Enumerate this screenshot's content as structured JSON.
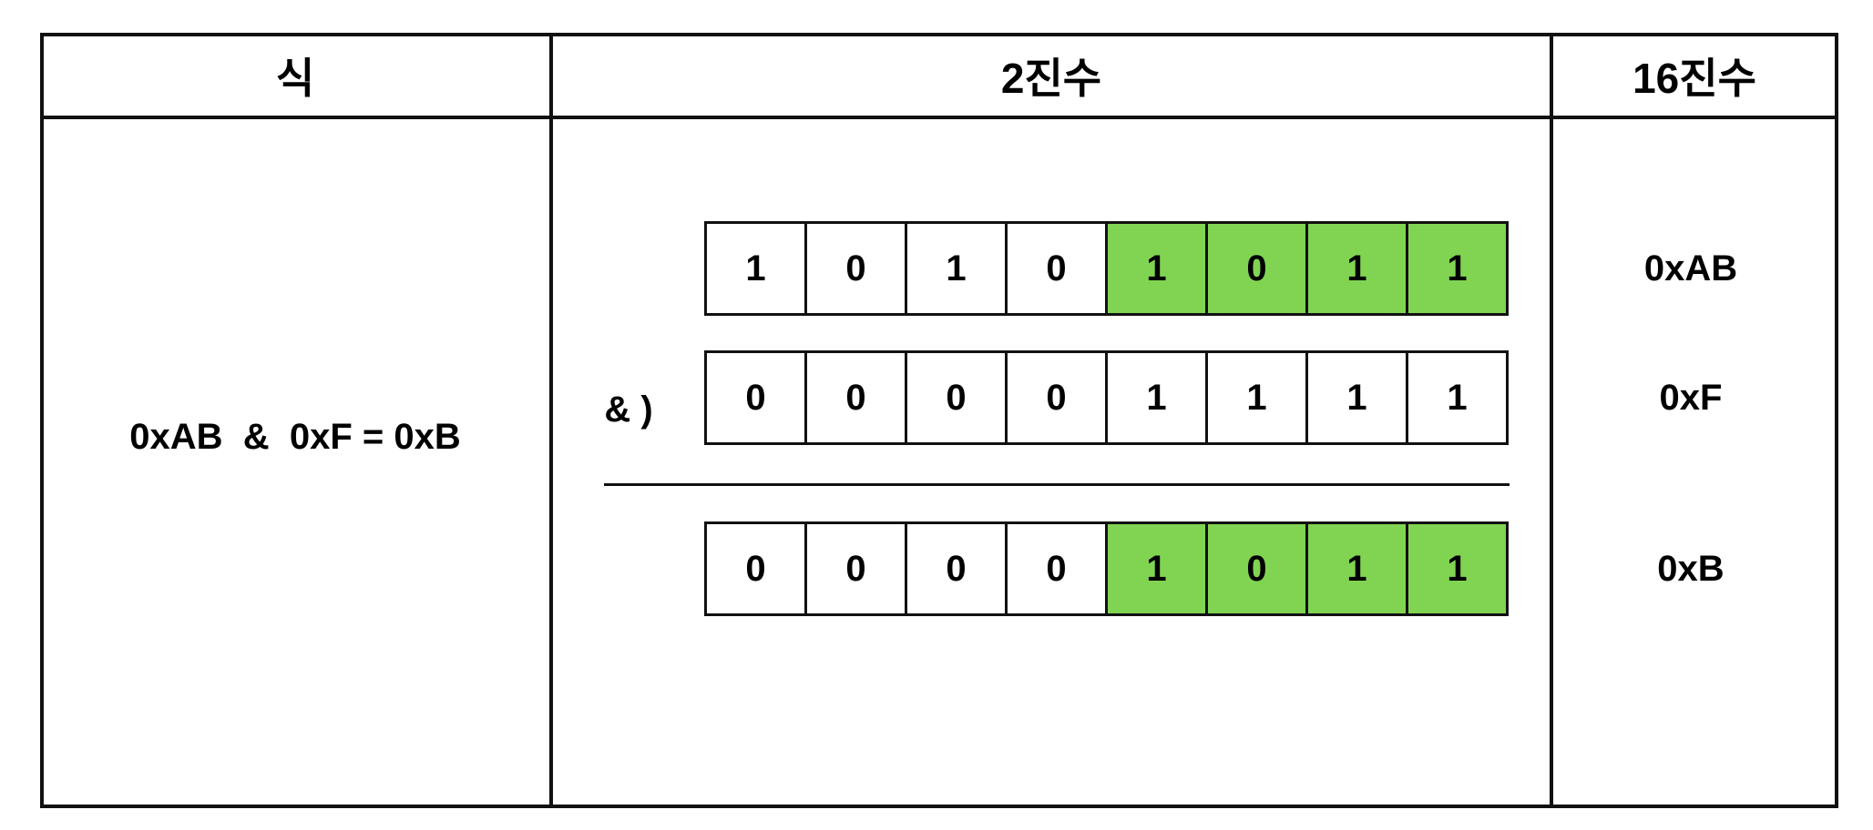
{
  "headers": {
    "expression": "식",
    "binary": "2진수",
    "hex": "16진수"
  },
  "expression": "0xAB  &  0xF = 0xB",
  "operator_label": "& )",
  "highlight_color": "#80d452",
  "rows": [
    {
      "bits": [
        "1",
        "0",
        "1",
        "0",
        "1",
        "0",
        "1",
        "1"
      ],
      "highlight": [
        false,
        false,
        false,
        false,
        true,
        true,
        true,
        true
      ],
      "hex": "0xAB"
    },
    {
      "bits": [
        "0",
        "0",
        "0",
        "0",
        "1",
        "1",
        "1",
        "1"
      ],
      "highlight": [
        false,
        false,
        false,
        false,
        false,
        false,
        false,
        false
      ],
      "hex": "0xF"
    },
    {
      "bits": [
        "0",
        "0",
        "0",
        "0",
        "1",
        "0",
        "1",
        "1"
      ],
      "highlight": [
        false,
        false,
        false,
        false,
        true,
        true,
        true,
        true
      ],
      "hex": "0xB"
    }
  ]
}
